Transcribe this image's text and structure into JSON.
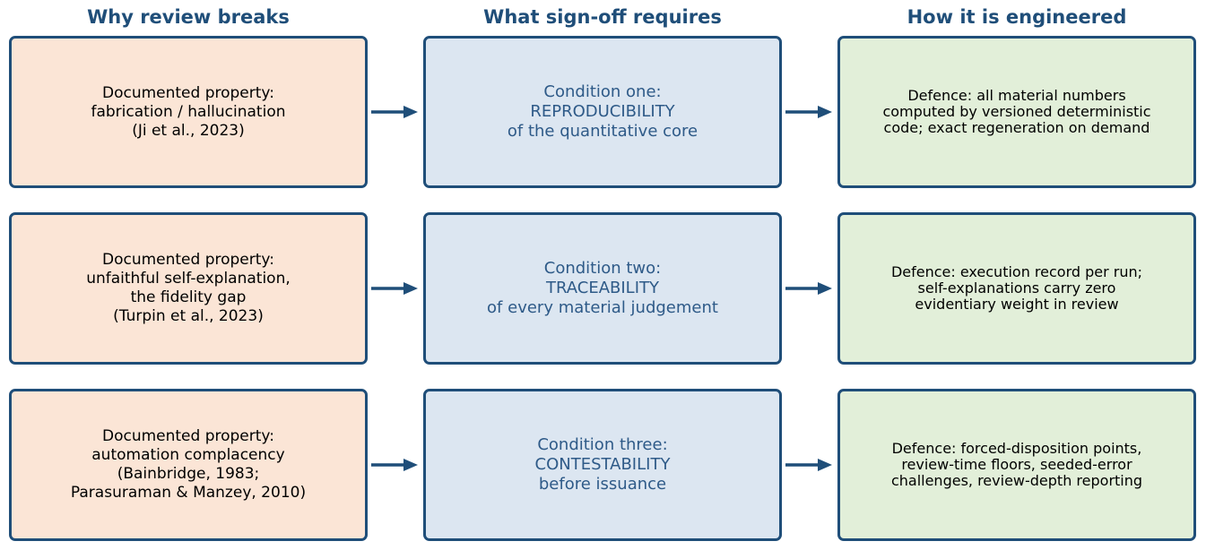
{
  "columns": [
    {
      "title": "Why review breaks"
    },
    {
      "title": "What sign-off requires"
    },
    {
      "title": "How it is engineered"
    }
  ],
  "rows": [
    {
      "cause": "Documented property:\nfabrication / hallucination\n(Ji et al., 2023)",
      "requirement": "Condition one:\nREPRODUCIBILITY\nof the quantitative core",
      "defence": "Defence: all material numbers\ncomputed by versioned deterministic\ncode; exact regeneration on demand"
    },
    {
      "cause": "Documented property:\nunfaithful self-explanation,\nthe fidelity gap\n(Turpin et al., 2023)",
      "requirement": "Condition two:\nTRACEABILITY\nof every material judgement",
      "defence": "Defence: execution record per run;\nself-explanations carry zero\nevidentiary weight in review"
    },
    {
      "cause": "Documented property:\nautomation complacency\n(Bainbridge, 1983;\nParasuraman & Manzey, 2010)",
      "requirement": "Condition three:\nCONTESTABILITY\nbefore issuance",
      "defence": "Defence: forced-disposition points,\nreview-time floors, seeded-error\nchallenges, review-depth reporting"
    }
  ],
  "colors": {
    "accent": "#1f4e79",
    "cause_fill": "#fbe5d6",
    "requirement_fill": "#dce6f1",
    "defence_fill": "#e2efd9",
    "requirement_text": "#2e5a88"
  }
}
